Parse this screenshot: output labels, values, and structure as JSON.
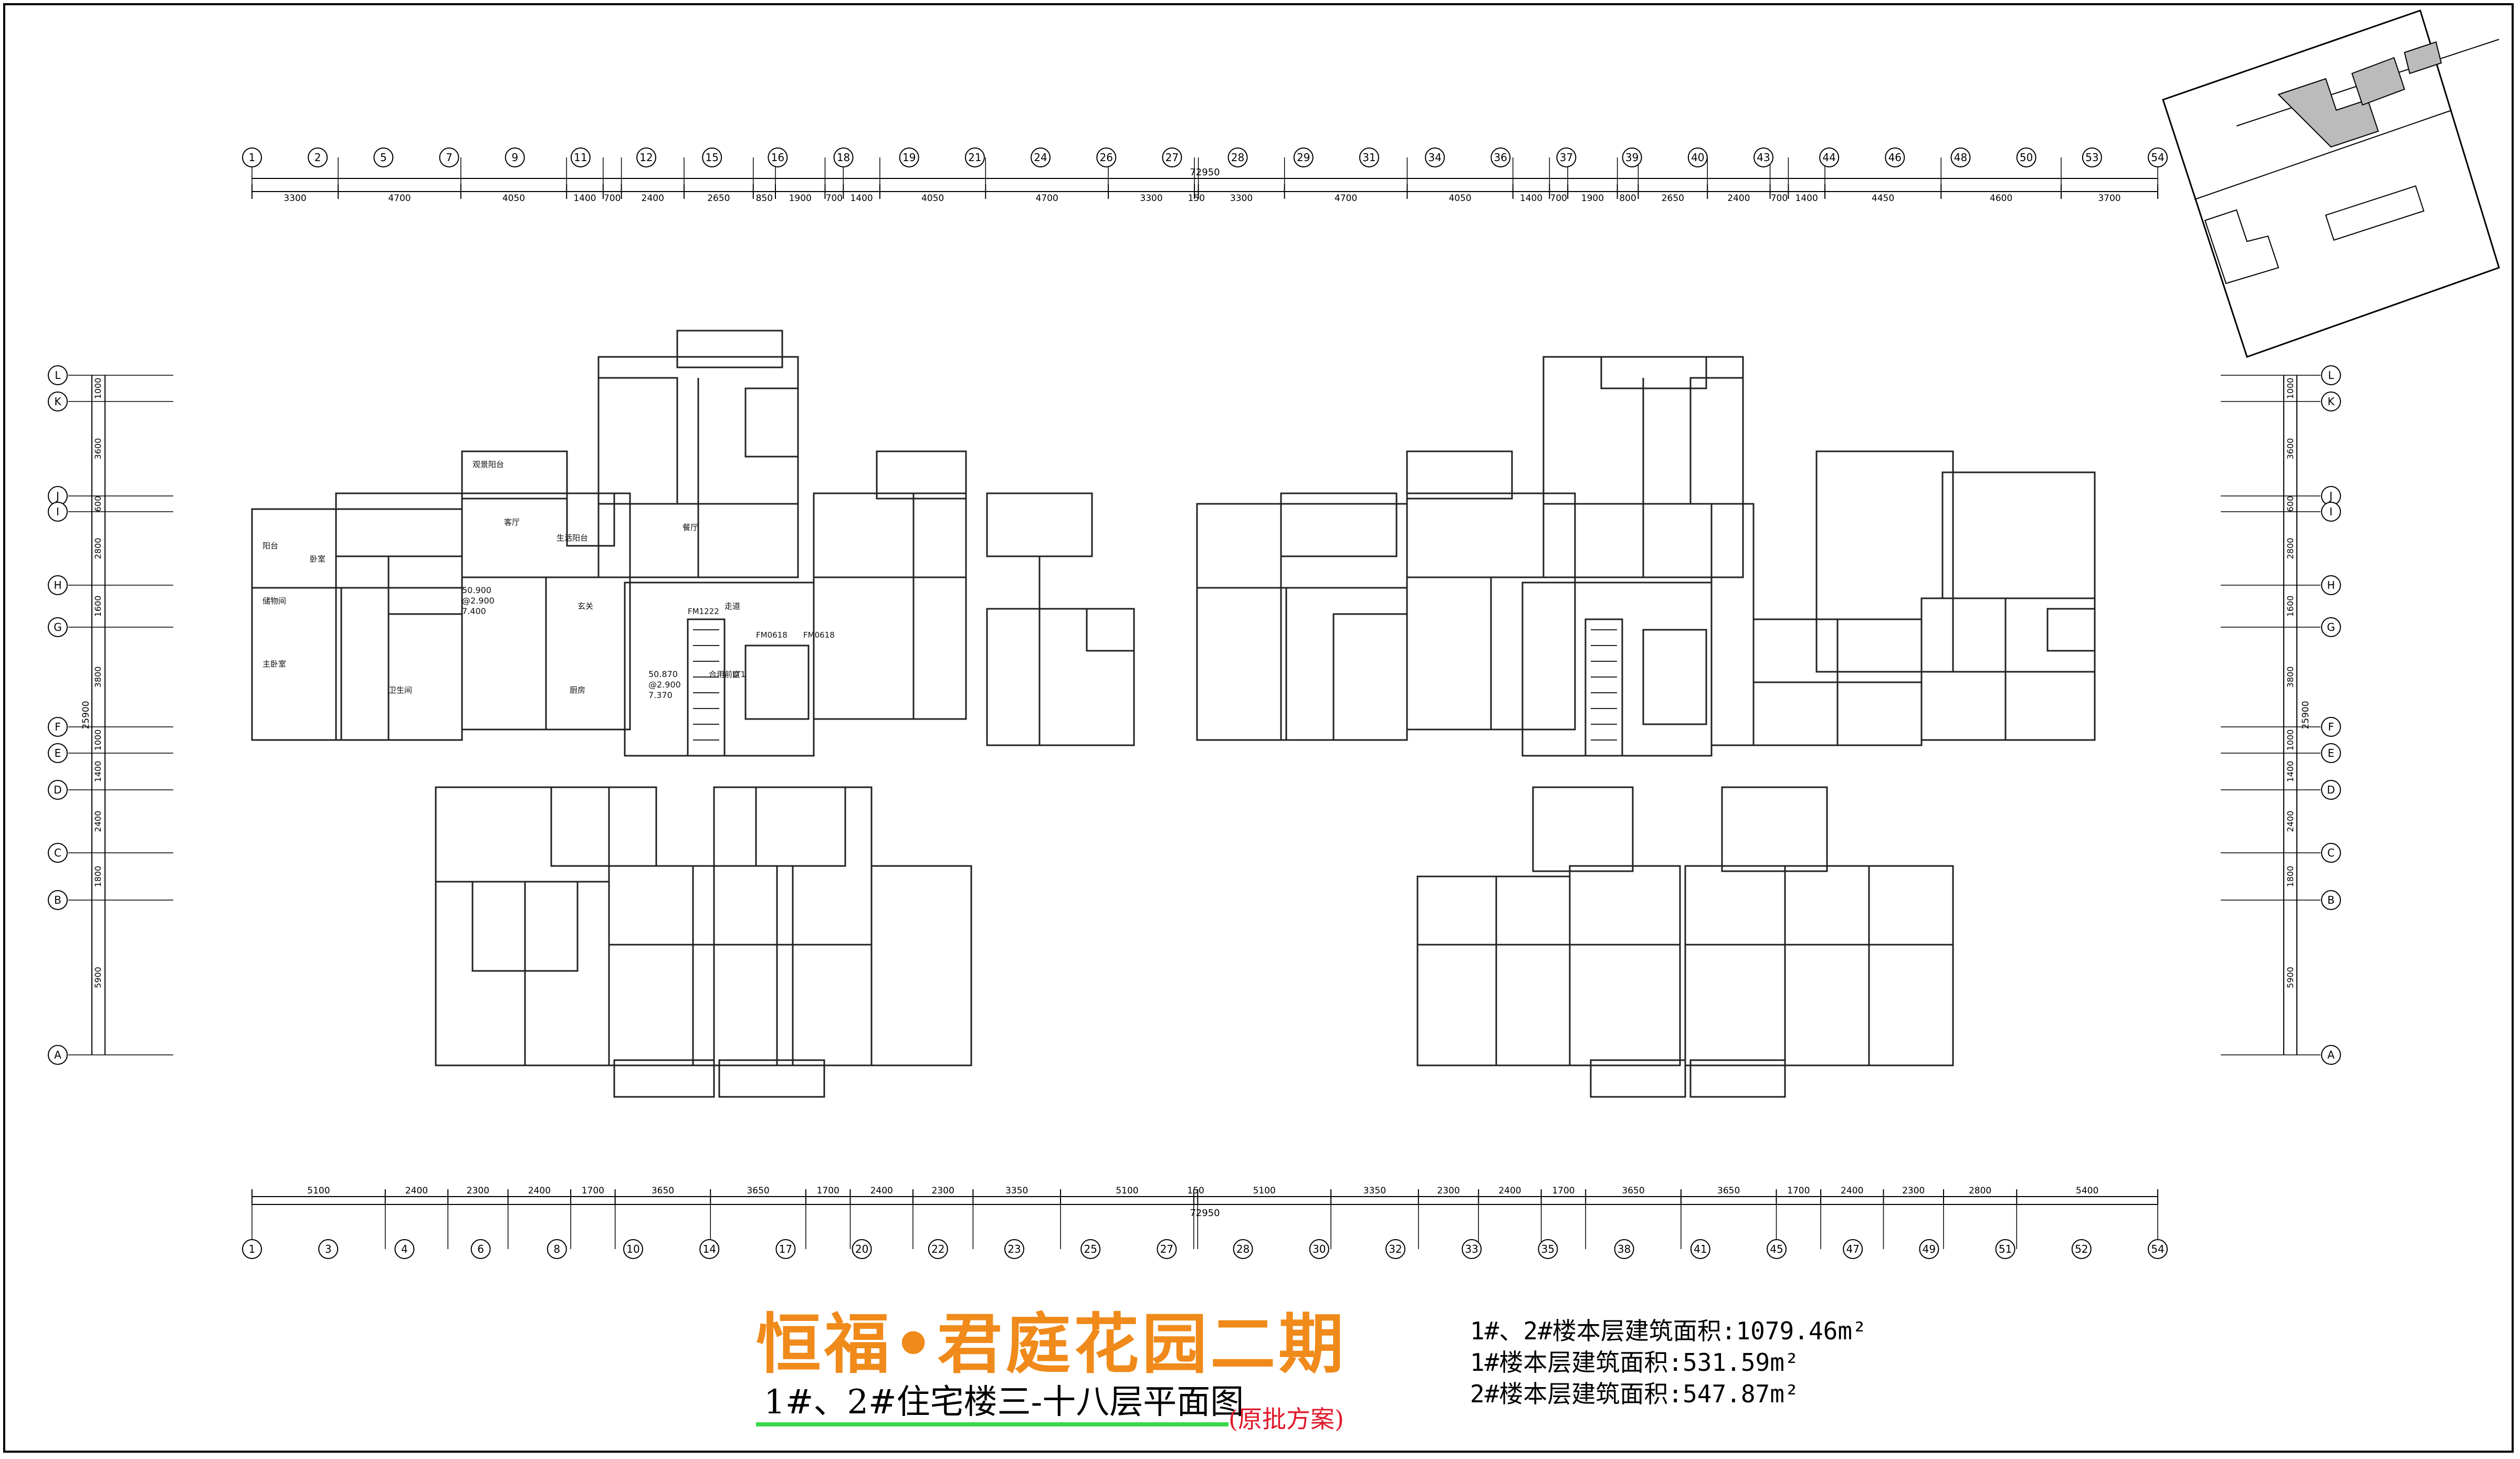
{
  "drawing": {
    "total_dim_top": "72950",
    "total_dim_bottom": "72950",
    "top_axes": [
      "1",
      "2",
      "5",
      "7",
      "9",
      "11",
      "12",
      "15",
      "16",
      "18",
      "19",
      "21",
      "24",
      "26",
      "27",
      "28",
      "29",
      "31",
      "34",
      "36",
      "37",
      "39",
      "40",
      "43",
      "44",
      "46",
      "48",
      "50",
      "53",
      "54"
    ],
    "top_dims": [
      "3300",
      "4700",
      "4050",
      "1400",
      "700",
      "2400",
      "2650",
      "850",
      "1900",
      "700",
      "1400",
      "4050",
      "4700",
      "3300",
      "150",
      "3300",
      "4700",
      "4050",
      "1400",
      "700",
      "1900",
      "800",
      "2650",
      "2400",
      "700",
      "1400",
      "4450",
      "4600",
      "3700"
    ],
    "bottom_axes": [
      "1",
      "3",
      "4",
      "6",
      "8",
      "10",
      "14",
      "17",
      "20",
      "22",
      "23",
      "25",
      "27",
      "28",
      "30",
      "32",
      "33",
      "35",
      "38",
      "41",
      "45",
      "47",
      "49",
      "51",
      "52",
      "54"
    ],
    "bottom_dims": [
      "5100",
      "2400",
      "2300",
      "2400",
      "1700",
      "3650",
      "3650",
      "1700",
      "2400",
      "2300",
      "3350",
      "5100",
      "150",
      "5100",
      "3350",
      "2300",
      "2400",
      "1700",
      "3650",
      "3650",
      "1700",
      "2400",
      "2300",
      "2800",
      "5400"
    ],
    "row_axes": [
      "L",
      "K",
      "J",
      "I",
      "H",
      "G",
      "F",
      "E",
      "D",
      "C",
      "B",
      "A"
    ],
    "row_dims": [
      "1000",
      "3600",
      "600",
      "2800",
      "1600",
      "3800",
      "1000",
      "1400",
      "2400",
      "1800",
      "5900"
    ],
    "row_total": "25900",
    "room_labels": {
      "living": "客厅",
      "dining": "餐厅",
      "bedroom": "卧室",
      "master": "主卧室",
      "kitchen": "厨房",
      "bath": "卫生间",
      "balcony": "阳台",
      "view_balcony": "观景阳台",
      "storage": "储物间",
      "living_balcony": "生活阳台",
      "porch": "玄关",
      "corridor": "走道",
      "lift": "LT1",
      "door_a": "FM0618",
      "door_b": "FM0618",
      "door_c": "FM1222"
    },
    "unit_labels": {
      "area_a": "50.900",
      "height_a": "@2.900",
      "level_a": "7.400",
      "area_b": "50.870",
      "height_b": "@2.900",
      "level_b": "7.370",
      "shaft_label": "合用前室"
    }
  },
  "title": {
    "main": "恒福•君庭花园二期",
    "sub": "1#、2#住宅楼三-十八层平面图",
    "note": "(原批方案)"
  },
  "areas": [
    "1#、2#楼本层建筑面积:1079.46m²",
    "1#楼本层建筑面积:531.59m²",
    "2#楼本层建筑面积:547.87m²"
  ]
}
